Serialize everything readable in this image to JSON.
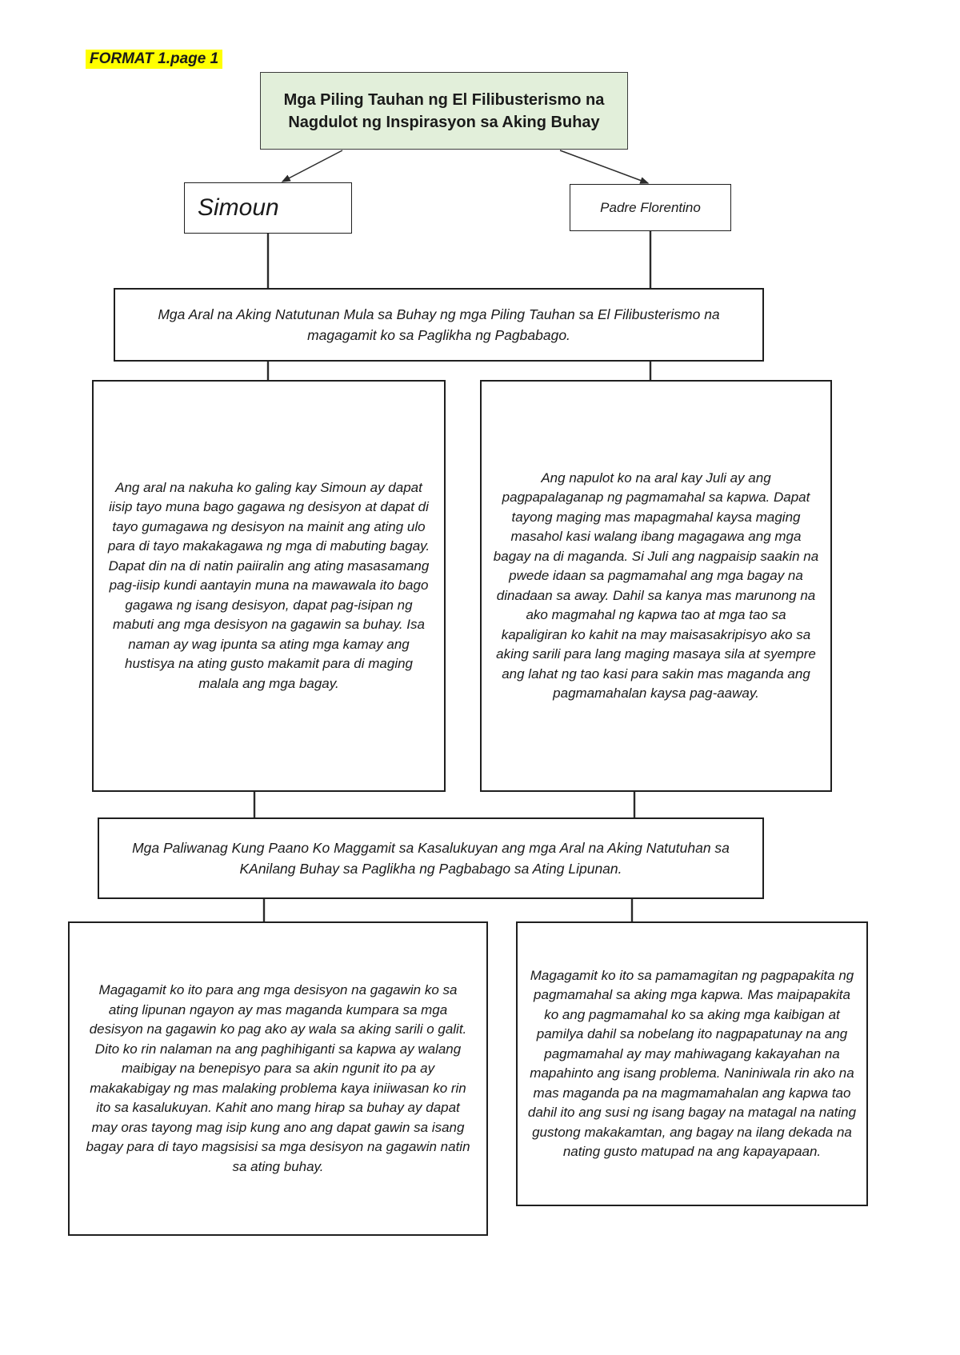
{
  "page_label": "FORMAT 1.page 1",
  "colors": {
    "highlight": "#ffff00",
    "title_box_bg": "#e2efda",
    "line_color": "#2b2b2b"
  },
  "diagram": {
    "title": "Mga Piling Tauhan ng El Filibusterismo na Nagdulot ng Inspirasyon sa Aking Buhay",
    "characters": [
      {
        "name": "Simoun"
      },
      {
        "name": "Padre Florentino"
      }
    ],
    "lessons": {
      "header": "Mga Aral na Aking Natutunan Mula sa Buhay ng mga Piling Tauhan sa El Filibusterismo na magagamit ko sa Paglikha ng Pagbabago.",
      "simoun": "Ang aral na nakuha ko galing kay Simoun ay dapat iisip tayo muna bago gagawa ng desisyon at dapat di tayo gumagawa ng desisyon na mainit ang ating ulo para di tayo makakagawa ng mga di mabuting bagay. Dapat din na di natin paiiralin ang ating masasamang pag-iisip kundi aantayin muna na mawawala ito bago gagawa ng isang desisyon, dapat pag-isipan ng mabuti ang mga desisyon na gagawin sa buhay. Isa naman ay wag ipunta sa ating mga kamay ang hustisya na ating gusto makamit para di maging malala ang mga bagay.",
      "juli": "Ang napulot ko na aral kay Juli ay ang pagpapalaganap ng pagmamahal sa kapwa. Dapat tayong maging mas mapagmahal kaysa maging masahol kasi walang ibang magagawa ang mga bagay na di maganda. Si Juli ang nagpaisip saakin na pwede idaan sa pagmamahal ang mga bagay na dinadaan sa away. Dahil sa kanya mas marunong na ako magmahal ng kapwa tao at mga tao sa kapaligiran ko kahit na may maisasakripisyo ako sa aking sarili para lang maging masaya sila at syempre ang lahat ng tao kasi para sakin mas maganda ang pagmamahalan kaysa pag-aaway."
    },
    "applications": {
      "header": "Mga Paliwanag Kung Paano Ko Maggamit sa Kasalukuyan ang mga Aral na Aking Natutuhan sa KAnilang Buhay sa Paglikha ng Pagbabago sa Ating Lipunan.",
      "simoun": "Magagamit ko ito para ang mga desisyon na gagawin ko sa ating lipunan ngayon ay mas maganda kumpara sa mga desisyon na gagawin ko pag ako ay wala sa aking sarili o galit. Dito ko rin nalaman na ang paghihiganti sa kapwa ay walang maibigay na benepisyo para sa akin ngunit ito pa ay makakabigay ng mas malaking problema kaya iniiwasan ko rin ito sa kasalukuyan. Kahit ano mang hirap sa buhay ay dapat may oras tayong mag isip kung ano ang dapat gawin sa isang bagay para di tayo magsisisi sa mga desisyon na gagawin natin sa ating buhay.",
      "juli": "Magagamit ko ito sa pamamagitan ng pagpapakita ng pagmamahal sa aking mga kapwa. Mas maipapakita ko ang pagmamahal ko sa aking mga kaibigan at pamilya dahil sa nobelang ito nagpapatunay na ang pagmamahal ay may mahiwagang kakayahan na mapahinto ang isang problema. Naniniwala rin ako na mas maganda pa na magmamahalan ang kapwa tao dahil ito ang susi ng isang bagay na matagal na nating gustong makakamtan, ang bagay na ilang dekada na nating gusto matupad na ang kapayapaan."
    }
  }
}
